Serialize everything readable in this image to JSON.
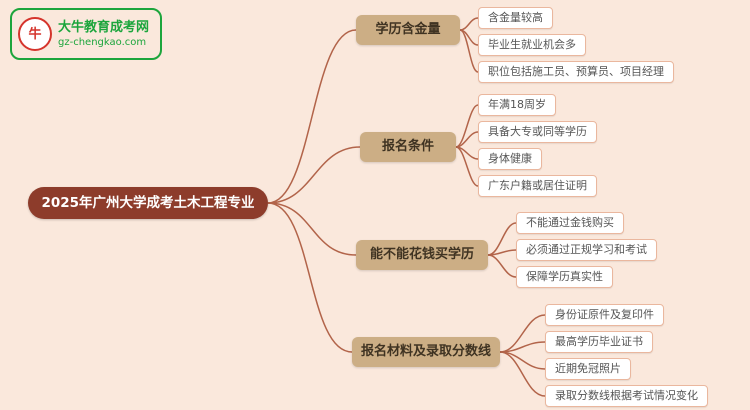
{
  "logo": {
    "icon_text": "牛",
    "site_name": "大牛教育成考网",
    "site_url": "gz-chengkao.com"
  },
  "root": {
    "label": "2025年广州大学成考土木工程专业"
  },
  "branches": [
    {
      "label": "学历含金量",
      "children": [
        "含金量较高",
        "毕业生就业机会多",
        "职位包括施工员、预算员、项目经理"
      ]
    },
    {
      "label": "报名条件",
      "children": [
        "年满18周岁",
        "具备大专或同等学历",
        "身体健康",
        "广东户籍或居住证明"
      ]
    },
    {
      "label": "能不能花钱买学历",
      "children": [
        "不能通过金钱购买",
        "必须通过正规学习和考试",
        "保障学历真实性"
      ]
    },
    {
      "label": "报名材料及录取分数线",
      "children": [
        "身份证原件及复印件",
        "最高学历毕业证书",
        "近期免冠照片",
        "录取分数线根据考试情况变化"
      ]
    }
  ],
  "colors": {
    "background": "#fae8dc",
    "root_bg": "#8d3c2b",
    "root_text": "#ffffff",
    "branch_bg": "#ccae85",
    "connector": "#b2644a",
    "leaf_border": "#eab79e",
    "logo_green": "#1ca53c",
    "logo_red": "#d5342c"
  }
}
